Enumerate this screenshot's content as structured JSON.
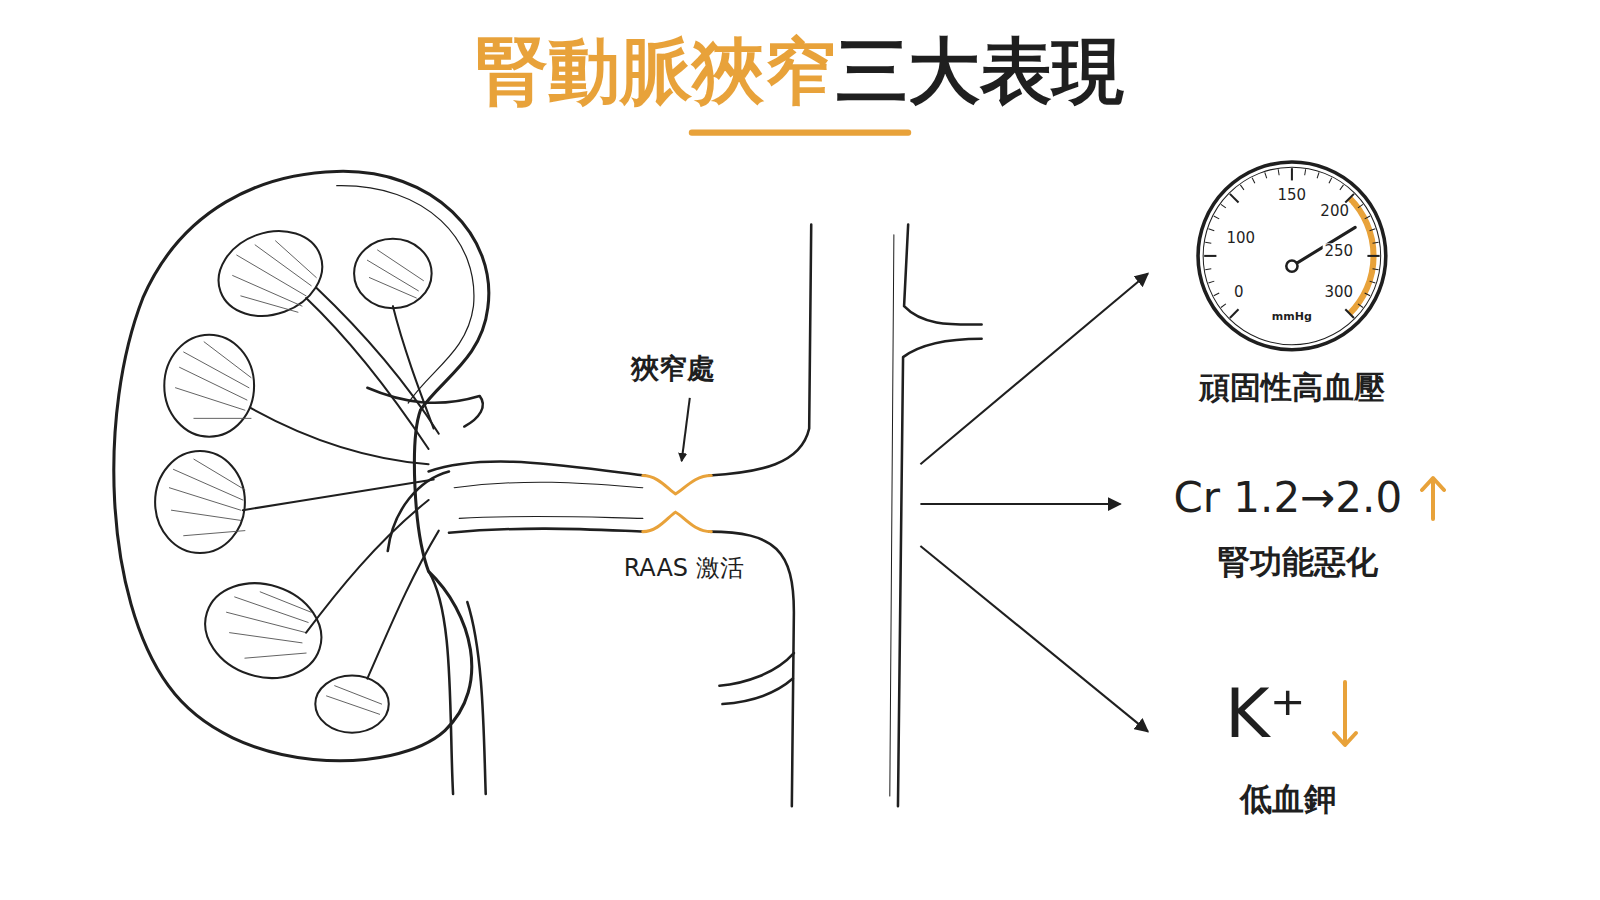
{
  "diagram": {
    "title": "腎動脈狹窄三大表現",
    "nodes": [
      {
        "text": [
          "150",
          "200",
          "250",
          "100",
          "0",
          "300",
          "mmHg",
          "頑固性高血壓"
        ]
      }
    ],
    "labels": [
      "狹窄處",
      "RAAS 激活",
      "Cr 1.2→2.0",
      "腎功能惡化",
      "K⁺",
      "低血鉀"
    ]
  }
}
